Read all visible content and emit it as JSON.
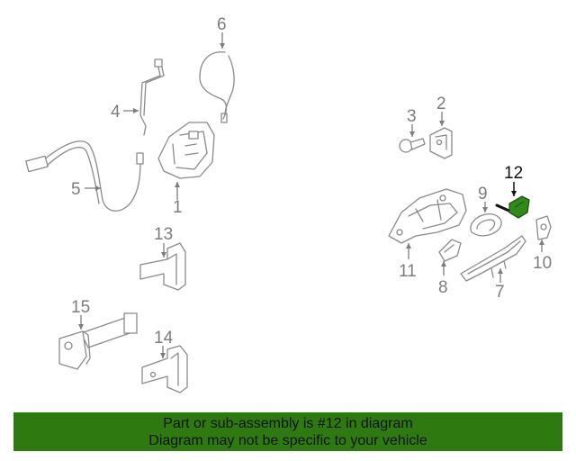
{
  "diagram": {
    "highlight_color": "#2f8a1a",
    "callouts": {
      "c1": "1",
      "c2": "2",
      "c3": "3",
      "c4": "4",
      "c5": "5",
      "c6": "6",
      "c7": "7",
      "c8": "8",
      "c9": "9",
      "c10": "10",
      "c11": "11",
      "c12": "12",
      "c13": "13",
      "c14": "14",
      "c15": "15"
    },
    "highlighted_part": "12"
  },
  "banner": {
    "line1": "Part or sub-assembly is #12 in diagram",
    "line2": "Diagram may not be specific to your vehicle",
    "background": "#2f7a10"
  }
}
